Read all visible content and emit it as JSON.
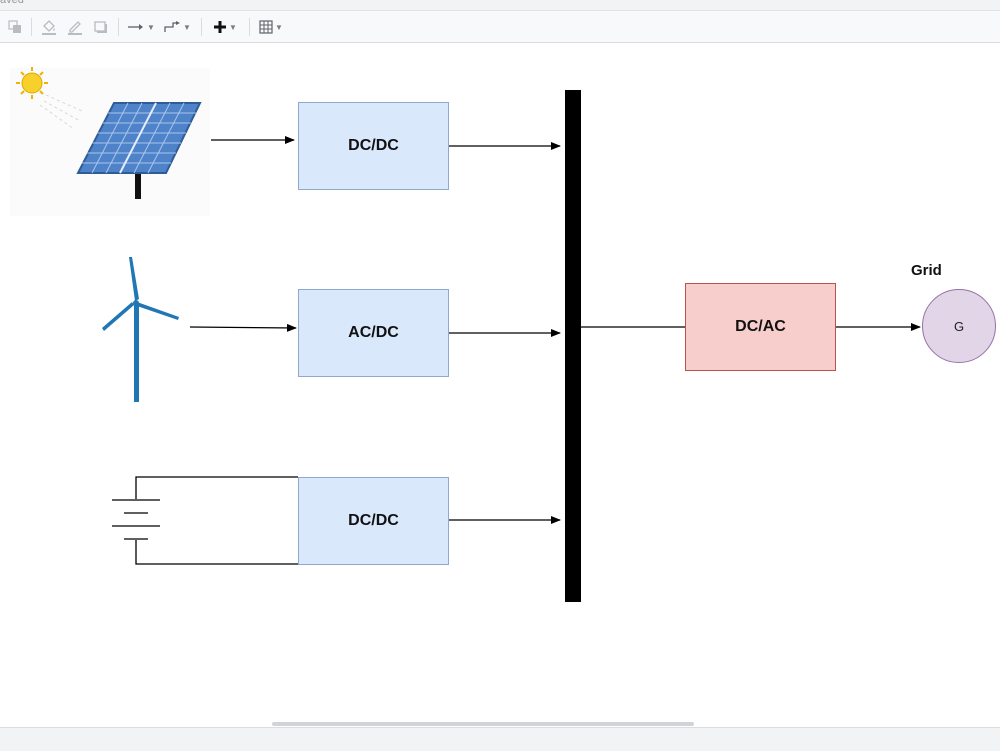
{
  "app": {
    "status_text": "aved"
  },
  "toolbar": {
    "buttons": [
      {
        "name": "to-front-icon"
      },
      {
        "name": "fill-color-icon"
      },
      {
        "name": "line-color-icon"
      },
      {
        "name": "shadow-icon"
      },
      {
        "name": "connection-arrow-icon"
      },
      {
        "name": "waypoints-icon"
      },
      {
        "name": "insert-plus-icon"
      },
      {
        "name": "table-icon"
      }
    ]
  },
  "diagram": {
    "boxes": {
      "pv_converter": "DC/DC",
      "wind_converter": "AC/DC",
      "battery_converter": "DC/DC",
      "inverter": "DC/AC"
    },
    "grid_label": "Grid",
    "generator_label": "G",
    "colors": {
      "converter_fill": "#dae8fc",
      "converter_stroke": "#8ea9cc",
      "inverter_fill": "#f8cecc",
      "inverter_stroke": "#b85450",
      "generator_fill": "#e1d5e7",
      "generator_stroke": "#9673a6",
      "bus": "#000000",
      "wind_turbine": "#1f77b4",
      "solar_panel": "#4a7cc2",
      "sun": "#f5c518"
    }
  }
}
